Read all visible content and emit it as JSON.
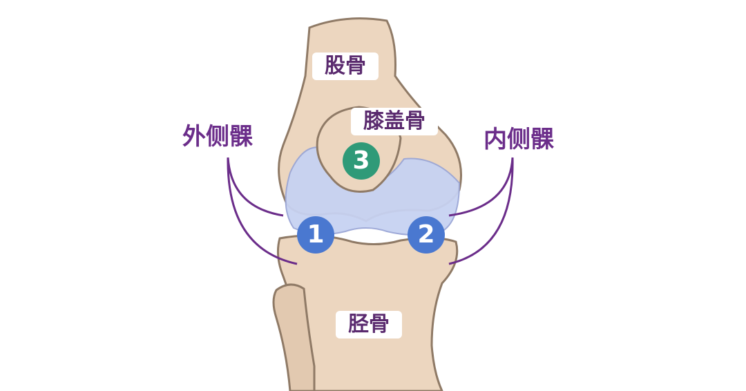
{
  "labels": {
    "femur": "股骨",
    "patella": "膝盖骨",
    "tibia": "胫骨",
    "lateral_malleolus": "外侧髁",
    "medial_malleolus": "内侧髁"
  },
  "markers": {
    "m1": "1",
    "m2": "2",
    "m3": "3"
  },
  "colors": {
    "bone": "#ecd6bf",
    "bone_outline": "#8f7a66",
    "cartilage": "#c7d2f2",
    "marker_blue": "#4a78d0",
    "marker_green": "#2f9a78",
    "callout_line": "#6b2d8a",
    "label_text": "#5a2a6e"
  }
}
